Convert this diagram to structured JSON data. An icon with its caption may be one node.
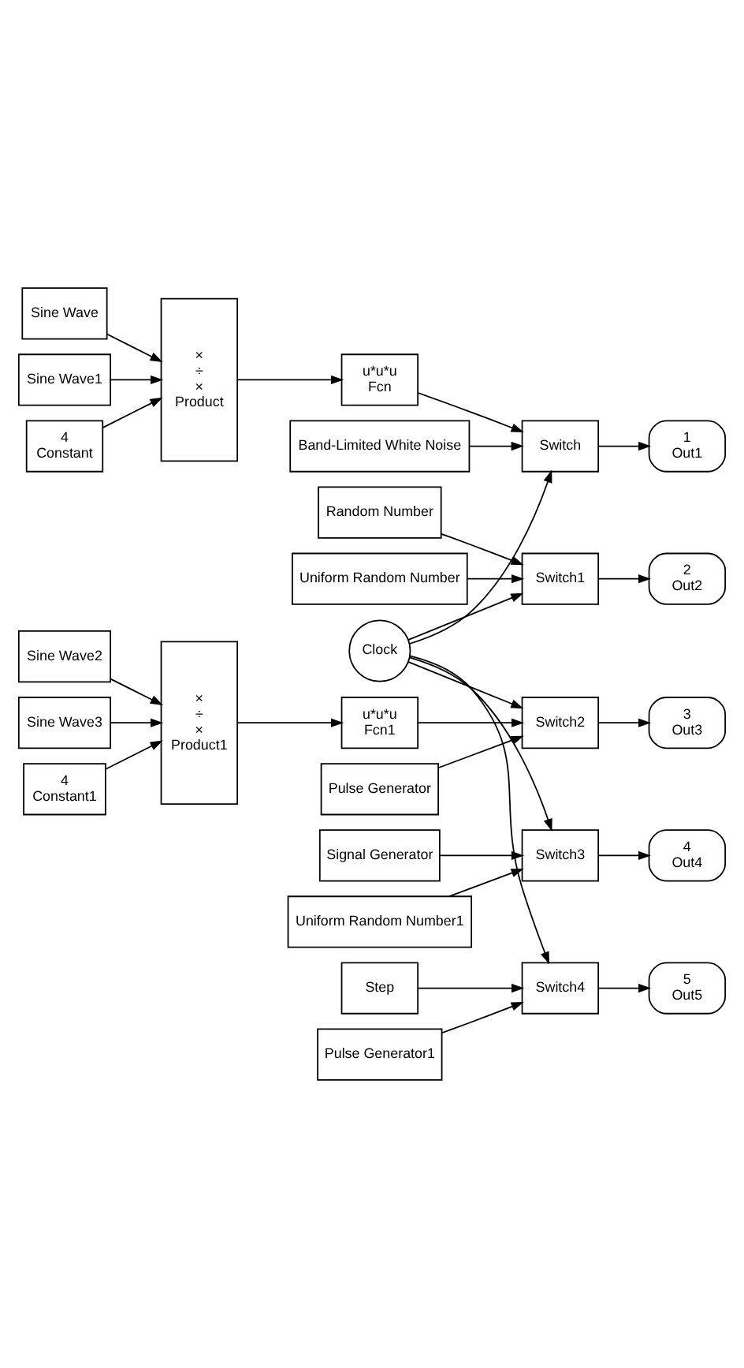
{
  "diagram": {
    "nodes": [
      {
        "text": [
          "Clock"
        ]
      },
      {
        "text": [
          "Band-Limited White Noise"
        ]
      },
      {
        "text": [
          "Sine Wave"
        ]
      },
      {
        "text": [
          "Sine Wave1"
        ]
      },
      {
        "text": [
          "4",
          "Constant"
        ]
      },
      {
        "text": [
          "×",
          "÷",
          "×",
          "Product"
        ]
      },
      {
        "text": [
          "u*u*u",
          "Fcn"
        ]
      },
      {
        "text": [
          "Switch"
        ]
      },
      {
        "text": [
          "Uniform Random Number"
        ]
      },
      {
        "text": [
          "Random Number"
        ]
      },
      {
        "text": [
          "Switch1"
        ]
      },
      {
        "text": [
          "Sine Wave2"
        ]
      },
      {
        "text": [
          "Sine Wave3"
        ]
      },
      {
        "text": [
          "4",
          "Constant1"
        ]
      },
      {
        "text": [
          "×",
          "÷",
          "×",
          "Product1"
        ]
      },
      {
        "text": [
          "u*u*u",
          "Fcn1"
        ]
      },
      {
        "text": [
          "Switch2"
        ]
      },
      {
        "text": [
          "Pulse Generator"
        ]
      },
      {
        "text": [
          "Uniform Random Number1"
        ]
      },
      {
        "text": [
          "Signal Generator"
        ]
      },
      {
        "text": [
          "Switch3"
        ]
      },
      {
        "text": [
          "Pulse Generator1"
        ]
      },
      {
        "text": [
          "Step"
        ]
      },
      {
        "text": [
          "Switch4"
        ]
      },
      {
        "text": [
          "1",
          "Out1"
        ]
      },
      {
        "text": [
          "2",
          "Out2"
        ]
      },
      {
        "text": [
          "3",
          "Out3"
        ]
      },
      {
        "text": [
          "4",
          "Out4"
        ]
      },
      {
        "text": [
          "5",
          "Out5"
        ]
      }
    ],
    "edges": [
      {
        "from": 1,
        "to": 7,
        "arrow": "to"
      },
      {
        "from": 0,
        "to": 7,
        "arrow": "to"
      },
      {
        "from": 6,
        "to": 7,
        "arrow": "to"
      },
      {
        "from": 2,
        "to": 5,
        "arrow": "to"
      },
      {
        "from": 3,
        "to": 5,
        "arrow": "to"
      },
      {
        "from": 4,
        "to": 5,
        "arrow": "to"
      },
      {
        "from": 5,
        "to": 6,
        "arrow": "to"
      },
      {
        "from": 8,
        "to": 10,
        "arrow": "to"
      },
      {
        "from": 0,
        "to": 10,
        "arrow": "to"
      },
      {
        "from": 9,
        "to": 10,
        "arrow": "to"
      },
      {
        "from": 11,
        "to": 14,
        "arrow": "to"
      },
      {
        "from": 12,
        "to": 14,
        "arrow": "to"
      },
      {
        "from": 13,
        "to": 14,
        "arrow": "to"
      },
      {
        "from": 14,
        "to": 15,
        "arrow": "to"
      },
      {
        "from": 15,
        "to": 16,
        "arrow": "to"
      },
      {
        "from": 0,
        "to": 16,
        "arrow": "to"
      },
      {
        "from": 17,
        "to": 16,
        "arrow": "to"
      },
      {
        "from": 18,
        "to": 20,
        "arrow": "to"
      },
      {
        "from": 0,
        "to": 20,
        "arrow": "to"
      },
      {
        "from": 19,
        "to": 20,
        "arrow": "to"
      },
      {
        "from": 21,
        "to": 23,
        "arrow": "to"
      },
      {
        "from": 0,
        "to": 23,
        "arrow": "to"
      },
      {
        "from": 22,
        "to": 23,
        "arrow": "to"
      },
      {
        "from": 7,
        "to": 24,
        "arrow": "to"
      },
      {
        "from": 10,
        "to": 25,
        "arrow": "to"
      },
      {
        "from": 16,
        "to": 26,
        "arrow": "to"
      },
      {
        "from": 20,
        "to": 27,
        "arrow": "to"
      },
      {
        "from": 23,
        "to": 28,
        "arrow": "to"
      }
    ]
  }
}
